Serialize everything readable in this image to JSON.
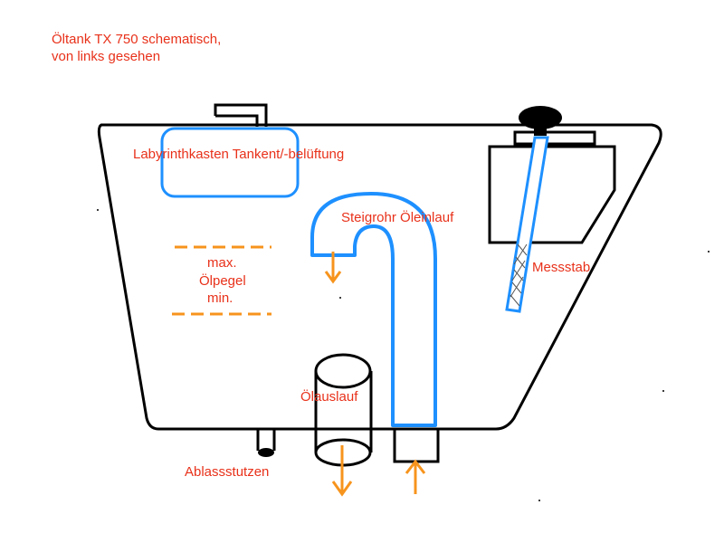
{
  "title": {
    "line1": "Öltank TX 750 schematisch,",
    "line2": "von links gesehen"
  },
  "labels": {
    "labyrinth": "Labyrinthkasten Tankent/-belüftung",
    "riser": "Steigrohr Öleinlauf",
    "dipstick": "Messstab",
    "level_max": "max.",
    "level_name": "Ölpegel",
    "level_min": "min.",
    "outlet": "Ölauslauf",
    "drain": "Ablassstutzen"
  },
  "colors": {
    "text": "#e8311a",
    "pipe": "#1e90ff",
    "arrow": "#f7941d",
    "line": "#000000"
  }
}
